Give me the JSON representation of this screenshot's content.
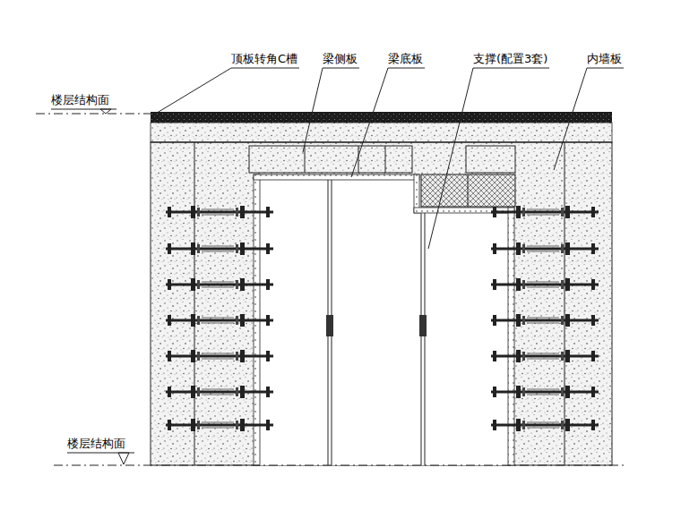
{
  "diagram": {
    "labels": [
      "顶板转角C槽",
      "梁侧板",
      "梁底板",
      "支撑(配置3套)",
      "内墙板",
      "楼层结构面",
      "楼层结构面"
    ]
  }
}
